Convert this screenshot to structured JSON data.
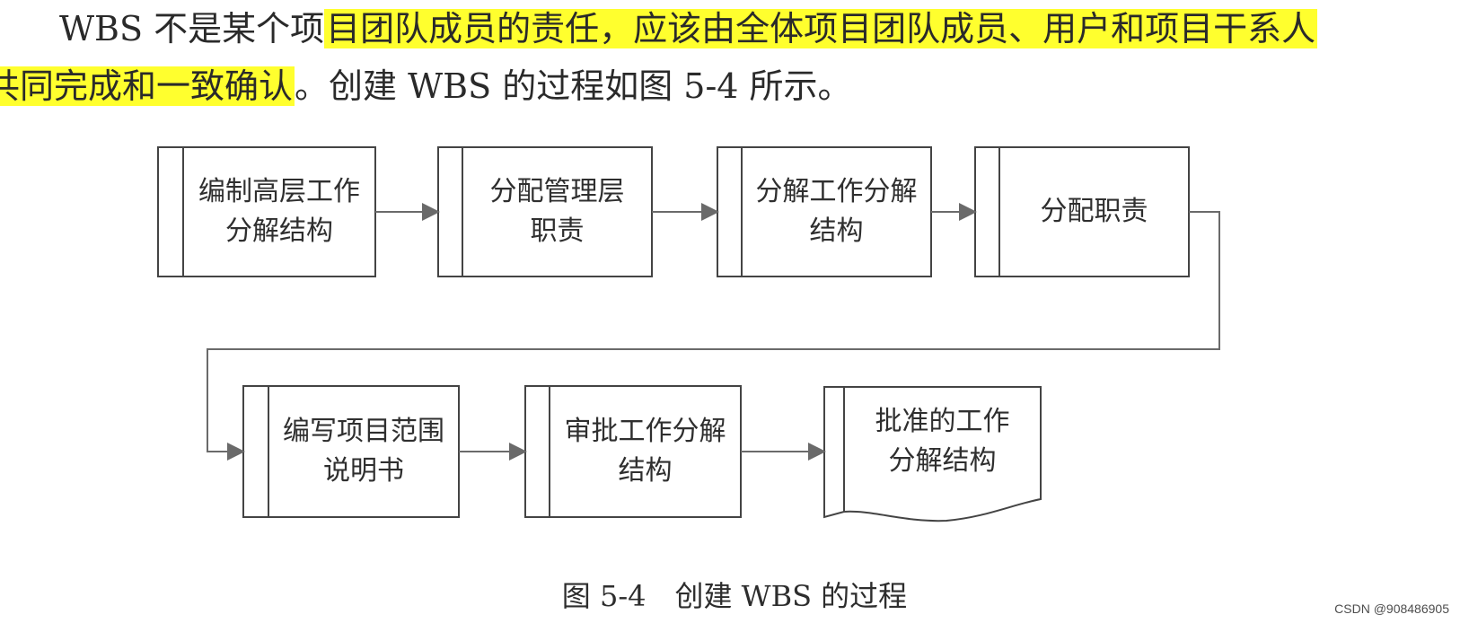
{
  "paragraph": {
    "line1_plain": "WBS 不是某个项",
    "line1_highlight": "目团队成员的责任，应该由全体项目团队成员、用户和项目干系人",
    "line2_highlight": "共同完成和一致确认",
    "line2_plain": "。创建 WBS 的过程如图 5-4 所示。",
    "highlight_color": "#ffff2e"
  },
  "diagram": {
    "nodes": [
      {
        "line1": "编制高层工作",
        "line2": "分解结构"
      },
      {
        "line1": "分配管理层",
        "line2": "职责"
      },
      {
        "line1": "分解工作分解",
        "line2": "结构"
      },
      {
        "line1": "分配职责",
        "line2": ""
      },
      {
        "line1": "编写项目范围",
        "line2": "说明书"
      },
      {
        "line1": "审批工作分解",
        "line2": "结构"
      },
      {
        "line1": "批准的工作",
        "line2": "分解结构"
      }
    ],
    "edges": [
      {
        "from": 0,
        "to": 1
      },
      {
        "from": 1,
        "to": 2
      },
      {
        "from": 2,
        "to": 3
      },
      {
        "from": 3,
        "to": 4
      },
      {
        "from": 4,
        "to": 5
      },
      {
        "from": 5,
        "to": 6
      }
    ]
  },
  "caption": "图 5-4　创建 WBS 的过程",
  "watermark": "CSDN @908486905"
}
